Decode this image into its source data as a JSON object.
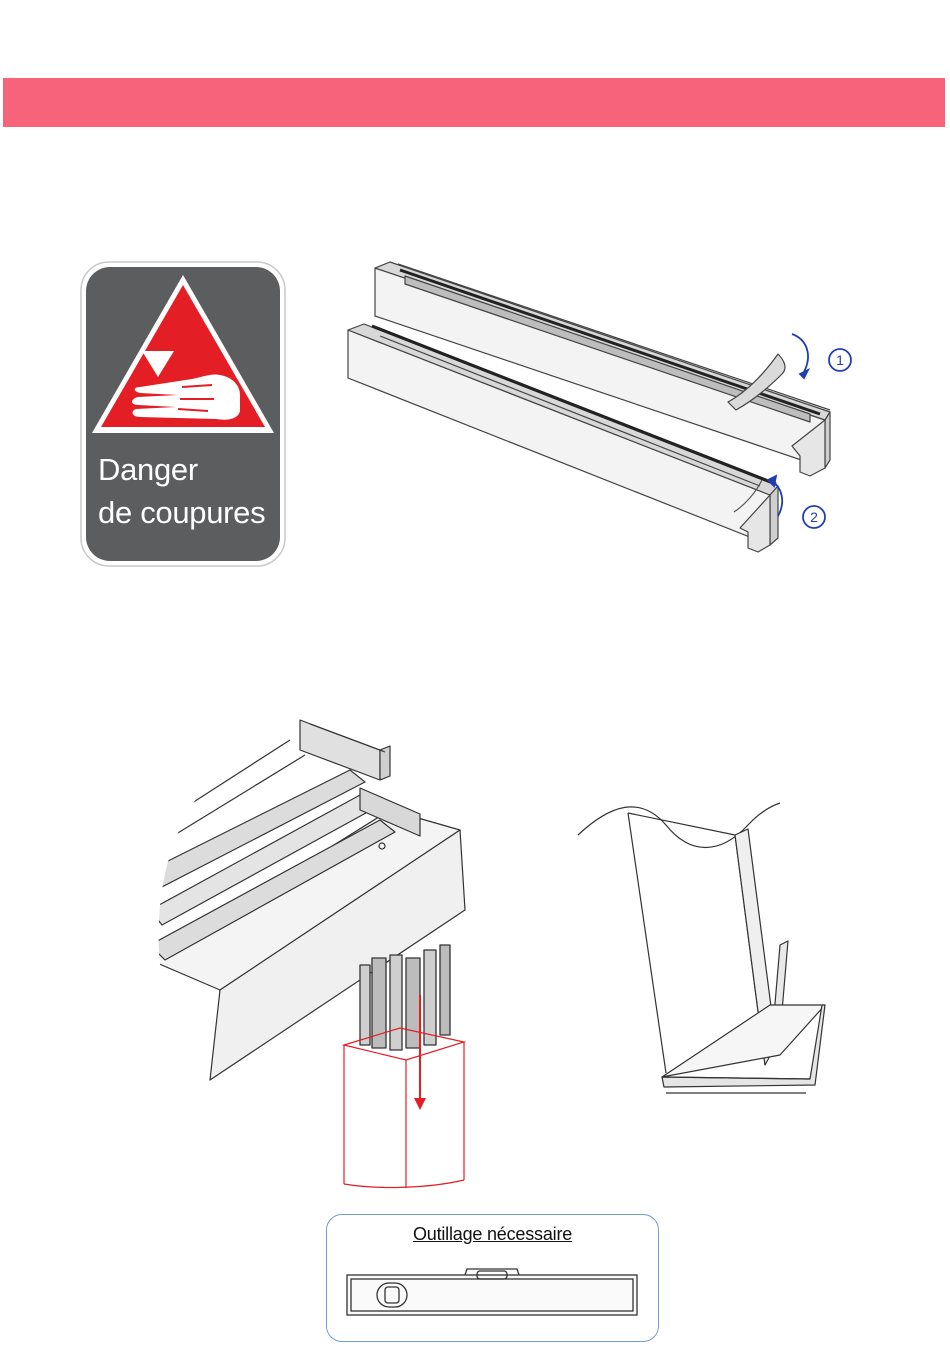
{
  "warning": {
    "line1": "Danger",
    "line2": "de coupures",
    "icon": "cut-hazard-hand-icon"
  },
  "rail_diagram": {
    "step1": "1",
    "step2": "2"
  },
  "tools": {
    "title": "Outillage nécessaire",
    "item_icon": "spirit-level-icon"
  },
  "colors": {
    "header": "#f7647a",
    "sign_background": "#5b5d5f",
    "sign_triangle": "#e31e24",
    "arrow": "#e31e24",
    "step_markers": "#1f3fae",
    "tools_border": "#6f9dd8"
  }
}
